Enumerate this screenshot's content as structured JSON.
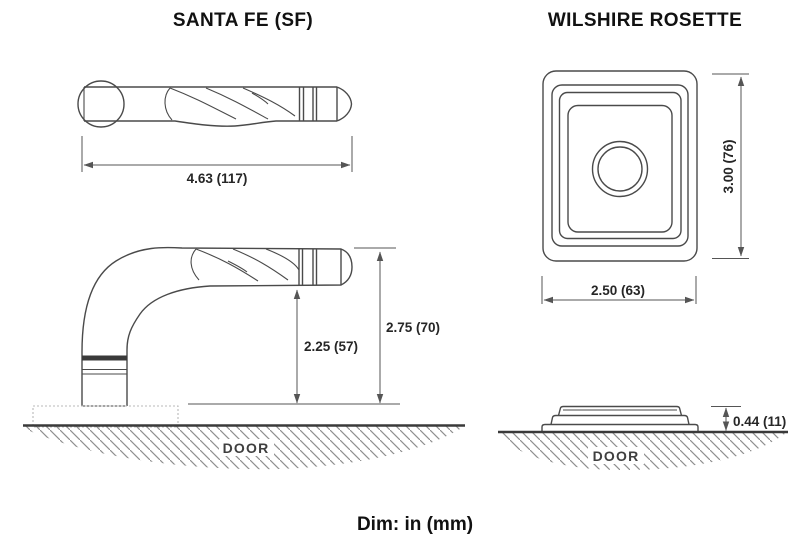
{
  "colors": {
    "line": "#4a4a4a",
    "dim_line": "#555555",
    "door_line": "#3a3a3a",
    "hatch": "#8f8f8f",
    "hidden_outline": "#b8b8b8",
    "text": "#111111",
    "dim_text": "#262626",
    "door_text": "#3f3f3f",
    "background": "#ffffff"
  },
  "santa_fe": {
    "title": "SANTA FE (SF)",
    "dims": {
      "length": "4.63 (117)",
      "grip_height": "2.25 (57)",
      "overall_height": "2.75 (70)"
    },
    "door_label": "DOOR"
  },
  "wilshire": {
    "title": "WILSHIRE ROSETTE",
    "dims": {
      "height": "3.00 (76)",
      "width": "2.50 (63)",
      "projection": "0.44 (11)"
    },
    "door_label": "DOOR"
  },
  "footer": {
    "units_note": "Dim: in (mm)"
  }
}
